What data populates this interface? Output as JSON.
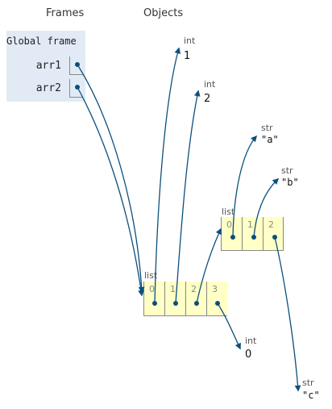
{
  "headers": {
    "frames": "Frames",
    "objects": "Objects"
  },
  "global_frame": {
    "title": "Global frame",
    "variables": [
      {
        "name": "arr1"
      },
      {
        "name": "arr2"
      }
    ]
  },
  "objects": {
    "int1": {
      "type": "int",
      "value": "1"
    },
    "int2": {
      "type": "int",
      "value": "2"
    },
    "int0": {
      "type": "int",
      "value": "0"
    },
    "str_a": {
      "type": "str",
      "value": "\"a\""
    },
    "str_b": {
      "type": "str",
      "value": "\"b\""
    },
    "str_c": {
      "type": "str",
      "value": "\"c\""
    },
    "list_main": {
      "type": "list",
      "indices": [
        "0",
        "1",
        "2",
        "3"
      ]
    },
    "list_str": {
      "type": "list",
      "indices": [
        "0",
        "1",
        "2"
      ]
    }
  },
  "colors": {
    "frame_bg": "#e2ebf5",
    "cell_bg": "#ffffc6",
    "arrow": "#0b4f7c"
  }
}
